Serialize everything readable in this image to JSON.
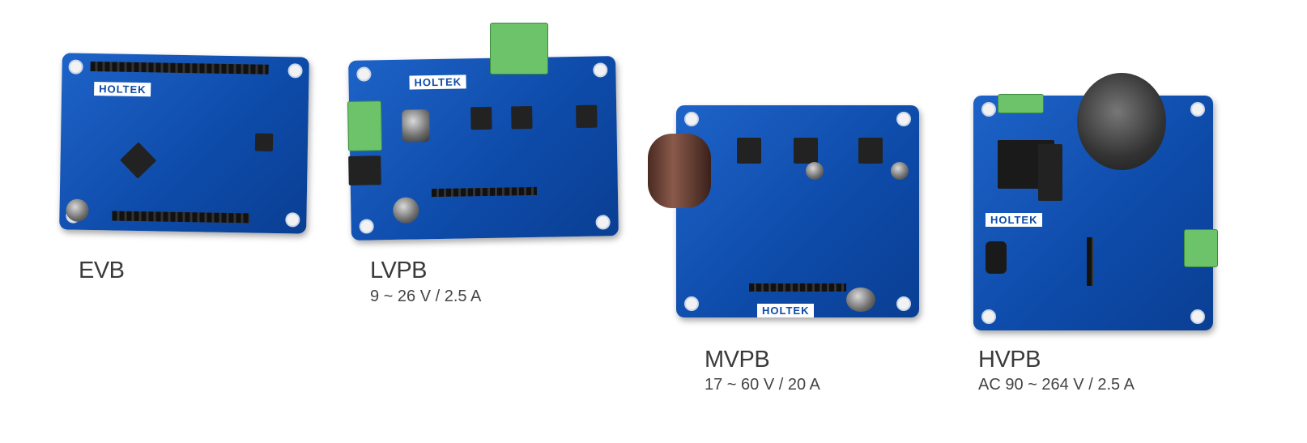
{
  "boards": [
    {
      "title": "EVB",
      "spec": null,
      "logo": "HOLTEK"
    },
    {
      "title": "LVPB",
      "spec": "9 ~ 26 V / 2.5 A",
      "logo": "HOLTEK"
    },
    {
      "title": "MVPB",
      "spec": "17 ~ 60 V / 20 A",
      "logo": "HOLTEK"
    },
    {
      "title": "HVPB",
      "spec": "AC 90 ~ 264 V / 2.5 A",
      "logo": "HOLTEK"
    }
  ],
  "colors": {
    "pcb": "#0d4aa8",
    "text": "#3a3a3a",
    "terminal": "#6cc36a"
  }
}
